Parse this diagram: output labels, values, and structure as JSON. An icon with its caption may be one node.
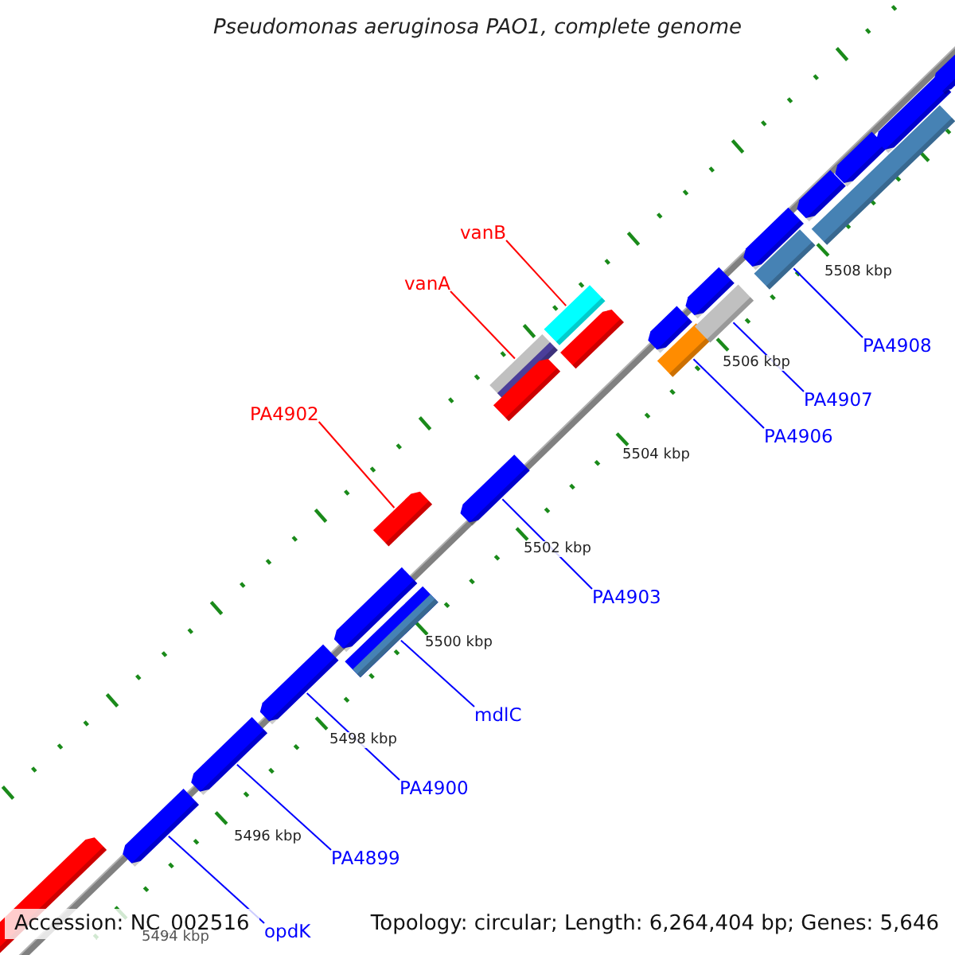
{
  "diagram": {
    "title": "Pseudomonas aeruginosa PAO1, complete genome",
    "nodes": [
      {
        "text": [
          "vanB"
        ]
      },
      {
        "text": [
          "vanA"
        ]
      },
      {
        "text": [
          "PA4902"
        ]
      },
      {
        "text": [
          "PA4908"
        ]
      },
      {
        "text": [
          "PA4907"
        ]
      },
      {
        "text": [
          "PA4906"
        ]
      },
      {
        "text": [
          "PA4903"
        ]
      },
      {
        "text": [
          "mdlC"
        ]
      },
      {
        "text": [
          "PA4900"
        ]
      },
      {
        "text": [
          "PA4899"
        ]
      },
      {
        "text": [
          "opdK"
        ]
      },
      {
        "text": [],
        "shape": "arrow"
      },
      {
        "text": [],
        "shape": "arrow"
      },
      {
        "text": [],
        "shape": "arrow"
      },
      {
        "text": [],
        "shape": "arrow"
      },
      {
        "text": [],
        "shape": "arrow"
      },
      {
        "text": [],
        "shape": "box"
      },
      {
        "text": [],
        "shape": "arrow"
      },
      {
        "text": [],
        "shape": "arrow"
      },
      {
        "text": [],
        "shape": "box"
      },
      {
        "text": [],
        "shape": "arrow"
      },
      {
        "text": [],
        "shape": "box"
      },
      {
        "text": [],
        "shape": "arrow"
      },
      {
        "text": [],
        "shape": "arrow"
      },
      {
        "text": [],
        "shape": "box"
      },
      {
        "text": [],
        "shape": "arrow"
      },
      {
        "text": [],
        "shape": "box"
      },
      {
        "text": [],
        "shape": "arrow"
      },
      {
        "text": [],
        "shape": "box"
      },
      {
        "text": [],
        "shape": "arrow"
      },
      {
        "text": [],
        "shape": "arrow"
      },
      {
        "text": [],
        "shape": "box"
      },
      {
        "text": [],
        "shape": "arrow"
      },
      {
        "text": [],
        "shape": "arrow"
      }
    ],
    "edges": [
      {
        "from": 0,
        "to": 21,
        "arrow": "none",
        "color": "#ff0000"
      },
      {
        "from": 1,
        "to": 19,
        "arrow": "none",
        "color": "#ff0000"
      },
      {
        "from": 2,
        "to": 17,
        "arrow": "none",
        "color": "#ff0000"
      },
      {
        "from": 3,
        "to": 28,
        "arrow": "none"
      },
      {
        "from": 4,
        "to": 26,
        "arrow": "none"
      },
      {
        "from": 5,
        "to": 24,
        "arrow": "none"
      },
      {
        "from": 6,
        "to": 18,
        "arrow": "none"
      },
      {
        "from": 7,
        "to": 16,
        "arrow": "none"
      },
      {
        "from": 8,
        "to": 14,
        "arrow": "none"
      },
      {
        "from": 9,
        "to": 13,
        "arrow": "none"
      },
      {
        "from": 10,
        "to": 12,
        "arrow": "none"
      }
    ],
    "labels": [
      "5508 kbp",
      "5506 kbp",
      "5504 kbp",
      "5502 kbp",
      "5500 kbp",
      "5498 kbp",
      "5496 kbp",
      "5494 kbp",
      "Accession: NC_002516",
      "Topology: circular; Length: 6,264,404 bp; Genes: 5,646"
    ]
  }
}
